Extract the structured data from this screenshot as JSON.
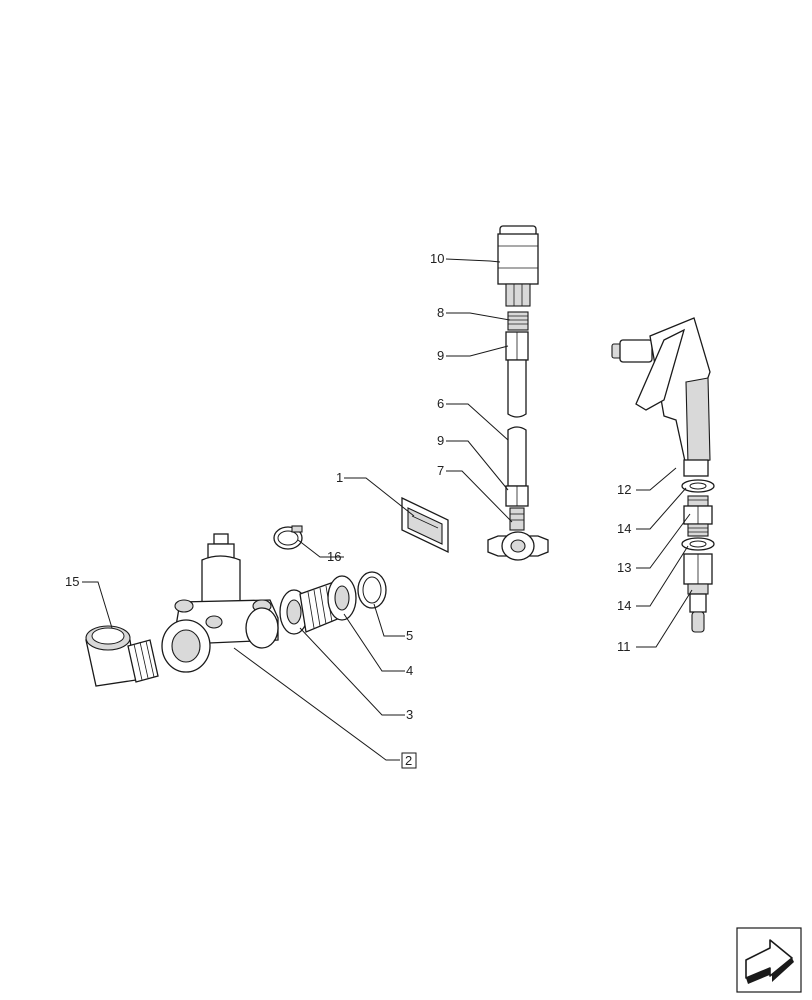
{
  "callouts": {
    "c1": "1",
    "c2": "2",
    "c3": "3",
    "c4": "4",
    "c5": "5",
    "c6": "6",
    "c7": "7",
    "c8": "8",
    "c9a": "9",
    "c9b": "9",
    "c10": "10",
    "c11": "11",
    "c12": "12",
    "c13": "13",
    "c14a": "14",
    "c14b": "14",
    "c15": "15",
    "c16": "16"
  },
  "icons": {
    "nav": "navigation-arrow-icon"
  }
}
